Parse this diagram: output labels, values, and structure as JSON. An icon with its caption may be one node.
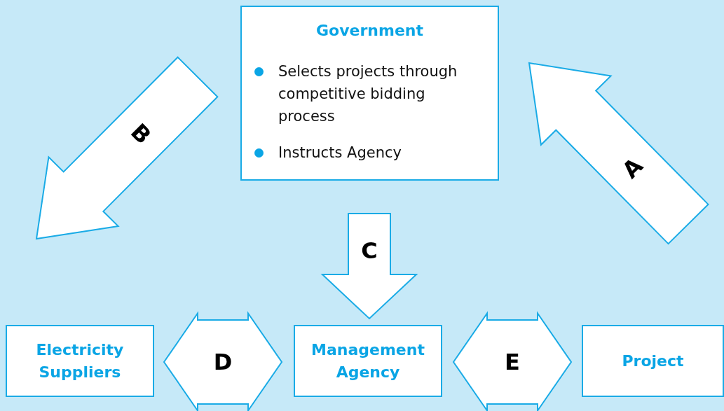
{
  "diagram": {
    "nodes": [
      {
        "text": [
          "Government",
          "Selects projects through competitive bidding process",
          "Instructs Agency"
        ]
      },
      {
        "text": [
          "Electricity Suppliers"
        ]
      },
      {
        "text": [
          "Management Agency"
        ]
      },
      {
        "text": [
          "Project"
        ]
      }
    ],
    "edges": [
      {
        "from": 0,
        "to": 1,
        "arrow": "to",
        "label": "B"
      },
      {
        "from": 3,
        "to": 0,
        "arrow": "to",
        "label": "A"
      },
      {
        "from": 0,
        "to": 2,
        "arrow": "to",
        "label": "C"
      },
      {
        "from": 1,
        "to": 2,
        "arrow": "both",
        "label": "D"
      },
      {
        "from": 2,
        "to": 3,
        "arrow": "both",
        "label": "E"
      }
    ]
  }
}
